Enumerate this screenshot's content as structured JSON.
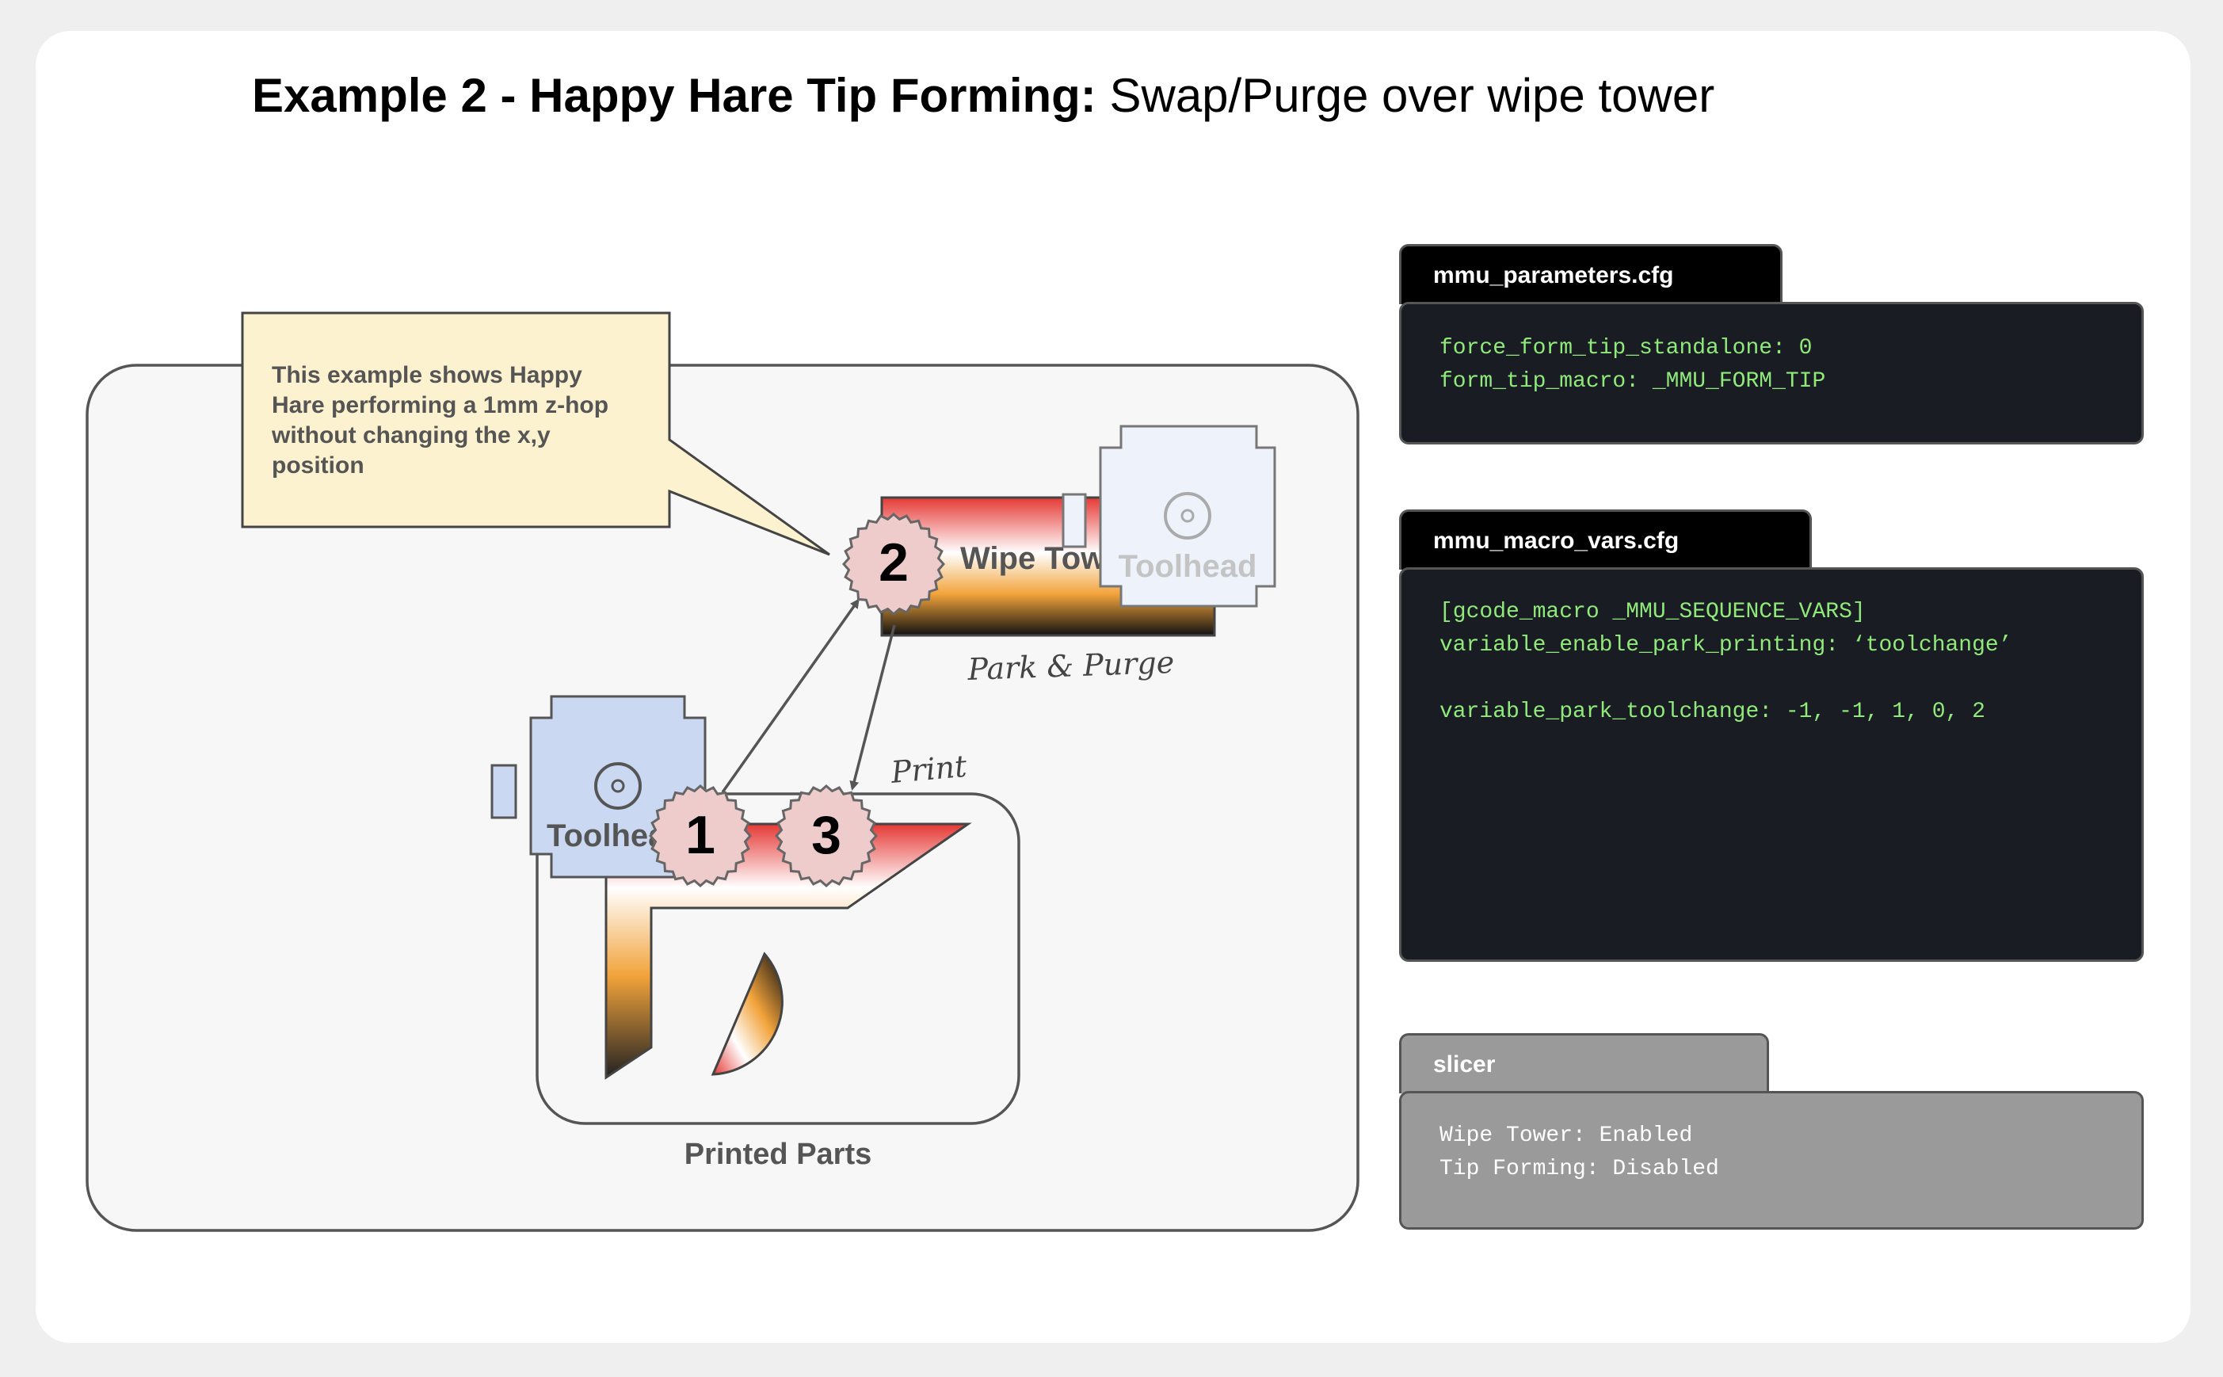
{
  "title": {
    "bold": "Example 2 - Happy Hare Tip Forming:",
    "rest": " Swap/Purge over wipe tower"
  },
  "diagram": {
    "callout_lines": [
      "This example shows Happy",
      "Hare performing a 1mm z-hop",
      "without changing the x,y",
      "position"
    ],
    "wipe_tower_label": "Wipe Tower",
    "park_purge_label": "Park & Purge",
    "print_label": "Print",
    "printed_parts_label": "Printed Parts",
    "toolhead_label": "Toolhead",
    "steps": [
      "1",
      "2",
      "3"
    ]
  },
  "configs": [
    {
      "tab": "mmu_parameters.cfg",
      "lines": [
        "force_form_tip_standalone: 0",
        "form_tip_macro: _MMU_FORM_TIP"
      ]
    },
    {
      "tab": "mmu_macro_vars.cfg",
      "lines": [
        "[gcode_macro _MMU_SEQUENCE_VARS]",
        "variable_enable_park_printing: ‘toolchange’",
        "",
        "variable_park_toolchange: -1, -1, 1, 0, 2"
      ]
    },
    {
      "tab": "slicer",
      "lines": [
        "Wipe Tower: Enabled",
        "Tip Forming: Disabled"
      ]
    }
  ],
  "colors": {
    "config_text": "#8fea7a",
    "config_bg": "#1a1c23",
    "slicer_bg": "#9a9a9a",
    "callout_bg": "#fdf2d0",
    "toolhead_active": "#cad8f2",
    "toolhead_ghost": "#eef2fb",
    "step_badge": "#efcccc"
  }
}
